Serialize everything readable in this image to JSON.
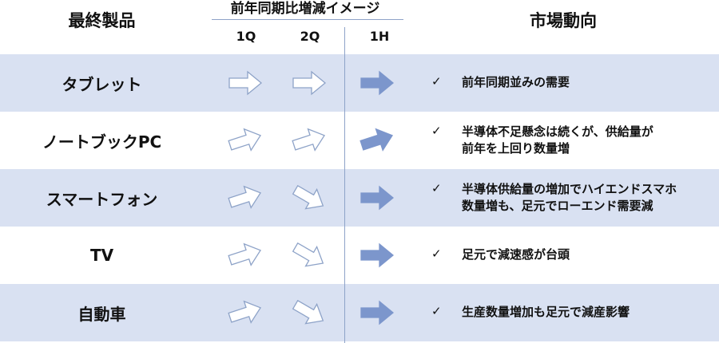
{
  "header": {
    "product": "最終製品",
    "trend": "前年同期比増減イメージ",
    "periods": [
      "1Q",
      "2Q",
      "1H"
    ],
    "market": "市場動向"
  },
  "check_mark": "✓",
  "colors": {
    "row_band": "#d9e1f2",
    "outline_arrow_stroke": "#8ea3c8",
    "filled_arrow": "#7c96cc"
  },
  "rows": [
    {
      "product": "タブレット",
      "arrows": [
        {
          "period": "1Q",
          "direction": "flat",
          "style": "outline"
        },
        {
          "period": "2Q",
          "direction": "flat",
          "style": "outline"
        },
        {
          "period": "1H",
          "direction": "flat",
          "style": "filled"
        }
      ],
      "market": [
        "前年同期並みの需要"
      ]
    },
    {
      "product": "ノートブックPC",
      "arrows": [
        {
          "period": "1Q",
          "direction": "up-slight",
          "style": "outline"
        },
        {
          "period": "2Q",
          "direction": "up-slight",
          "style": "outline"
        },
        {
          "period": "1H",
          "direction": "up-slight",
          "style": "filled"
        }
      ],
      "market": [
        "半導体不足懸念は続くが、供給量が",
        "前年を上回り数量増"
      ]
    },
    {
      "product": "スマートフォン",
      "arrows": [
        {
          "period": "1Q",
          "direction": "up-slight",
          "style": "outline"
        },
        {
          "period": "2Q",
          "direction": "down-slight",
          "style": "outline"
        },
        {
          "period": "1H",
          "direction": "flat",
          "style": "filled"
        }
      ],
      "market": [
        "半導体供給量の増加でハイエンドスマホ",
        "数量増も、足元でローエンド需要減"
      ]
    },
    {
      "product": "TV",
      "arrows": [
        {
          "period": "1Q",
          "direction": "up-slight",
          "style": "outline"
        },
        {
          "period": "2Q",
          "direction": "down-slight",
          "style": "outline"
        },
        {
          "period": "1H",
          "direction": "flat",
          "style": "filled"
        }
      ],
      "market": [
        "足元で減速感が台頭"
      ]
    },
    {
      "product": "自動車",
      "arrows": [
        {
          "period": "1Q",
          "direction": "up-slight",
          "style": "outline"
        },
        {
          "period": "2Q",
          "direction": "down-slight",
          "style": "outline"
        },
        {
          "period": "1H",
          "direction": "flat",
          "style": "filled"
        }
      ],
      "market": [
        "生産数量増加も足元で減産影響"
      ]
    }
  ]
}
